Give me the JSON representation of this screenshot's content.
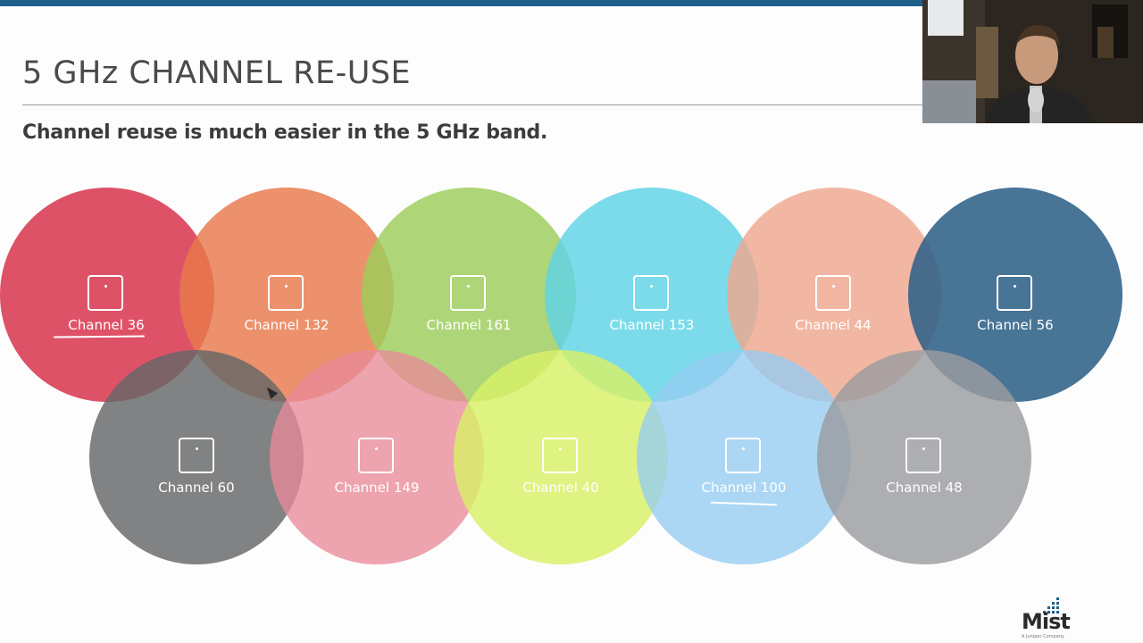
{
  "slide": {
    "title": "5 GHz CHANNEL RE-USE",
    "subtitle": "Channel reuse is much easier in the 5 GHz band."
  },
  "colors": {
    "top_bar": "#1f5f8b",
    "title_text": "#4a4a4a",
    "label_text": "#ffffff"
  },
  "channels": {
    "c36": {
      "label": "Channel 36",
      "color": "#d93a52",
      "underlined": true
    },
    "c132": {
      "label": "Channel 132",
      "color": "#e8794c",
      "underlined": false
    },
    "c161": {
      "label": "Channel 161",
      "color": "#9ccd5a",
      "underlined": false
    },
    "c153": {
      "label": "Channel 153",
      "color": "#5fd3e7",
      "underlined": false
    },
    "c44": {
      "label": "Channel 44",
      "color": "#efa78d",
      "underlined": false
    },
    "c56": {
      "label": "Channel 56",
      "color": "#2f6187",
      "underlined": false
    },
    "c60": {
      "label": "Channel 60",
      "color": "#656768",
      "underlined": false
    },
    "c149": {
      "label": "Channel 149",
      "color": "#e98a98",
      "underlined": false
    },
    "c40": {
      "label": "Channel 40",
      "color": "#d8f066",
      "underlined": false
    },
    "c100": {
      "label": "Channel 100",
      "color": "#95ccf1",
      "underlined": true
    },
    "c48": {
      "label": "Channel 48",
      "color": "#9b9ca0",
      "underlined": false
    }
  },
  "icons": {
    "access_point": "access-point-icon",
    "cursor": "mouse-cursor-icon",
    "logo": "mist-logo"
  },
  "logo": {
    "text": "Mist",
    "subtext": "A Juniper Company"
  }
}
